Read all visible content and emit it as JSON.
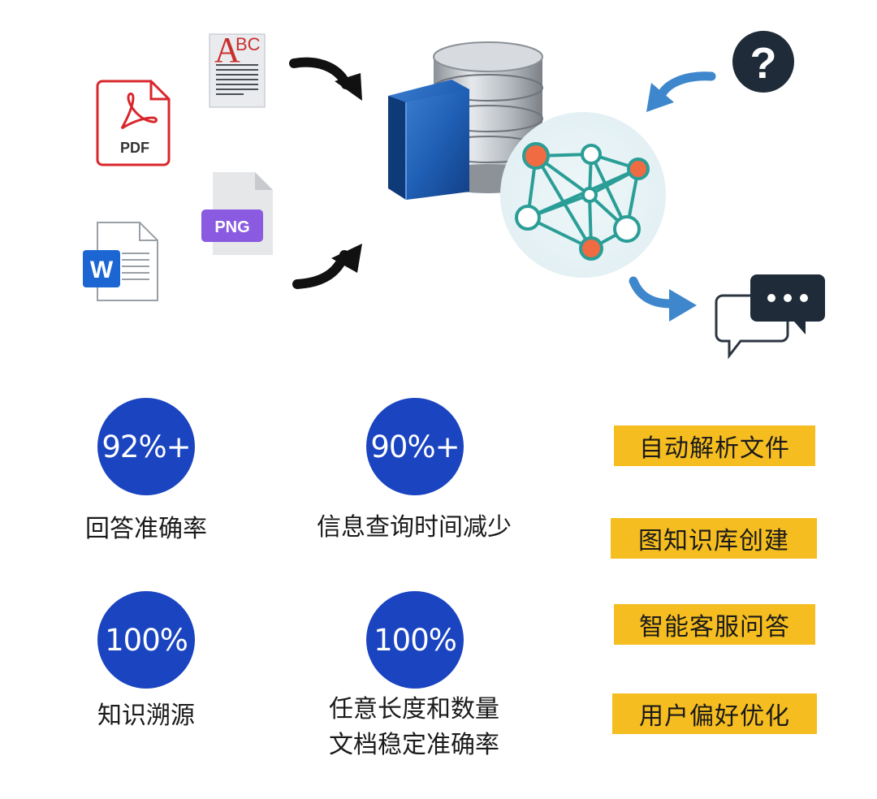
{
  "icons": {
    "pdf_label": "PDF",
    "abc_a": "A",
    "abc_bc": "BC",
    "png_label": "PNG",
    "word_label": "W",
    "question_mark": "?"
  },
  "metrics": [
    {
      "value": "92%+",
      "label": "回答准确率"
    },
    {
      "value": "90%+",
      "label": "信息查询时间减少"
    },
    {
      "value": "100%",
      "label": "知识溯源"
    },
    {
      "value": "100%",
      "label_line1": "任意长度和数量",
      "label_line2": "文档稳定准确率"
    }
  ],
  "features": [
    "自动解析文件",
    "图知识库创建",
    "智能客服问答",
    "用户偏好优化"
  ],
  "colors": {
    "metric_circle": "#1a44c0",
    "feature_tag": "#f5bd1f",
    "pdf_red": "#d9262c",
    "png_purple": "#8a5be0",
    "word_blue": "#1c66d4",
    "accent_blue_arrow": "#3f87cc",
    "graph_orange": "#f06a42",
    "graph_teal": "#2a9e96",
    "dark_icon": "#1f2b38"
  }
}
